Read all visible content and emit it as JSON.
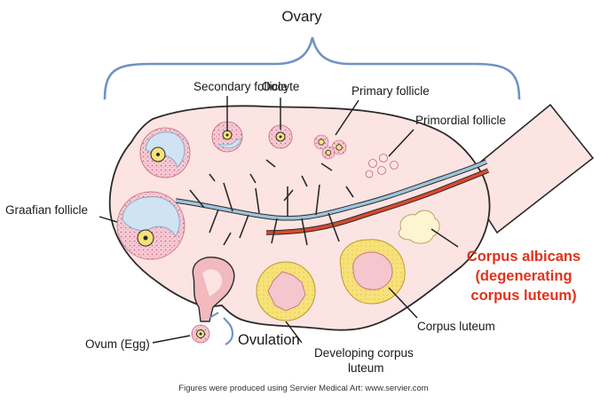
{
  "title": "Ovary",
  "labels": {
    "secondary_follicle": "Secondary follicle",
    "oocyte": "Oocyte",
    "primary_follicle": "Primary follicle",
    "primordial_follicle": "Primordial follicle",
    "graafian_follicle": "Graafian follicle",
    "ovum": "Ovum (Egg)",
    "ovulation": "Ovulation",
    "developing_corpus_luteum_1": "Developing corpus",
    "developing_corpus_luteum_2": "luteum",
    "corpus_luteum": "Corpus luteum",
    "corpus_albicans_1": "Corpus albicans",
    "corpus_albicans_2": "(degenerating",
    "corpus_albicans_3": "corpus luteum)"
  },
  "credit": "Figures were produced using Servier Medical Art: www.servier.com",
  "colors": {
    "bracket": "#6f93c4",
    "ovary_fill": "#fbe4e2",
    "ovary_stroke": "#2a2a2a",
    "artery": "#d94a2e",
    "vein": "#9ec3dc",
    "antrum": "#cfe3f3",
    "granulosa": "#f3bcc7",
    "luteal_yellow": "#f7e27a",
    "albicans": "#fdf4d2",
    "highlight_text": "#e2321c"
  }
}
